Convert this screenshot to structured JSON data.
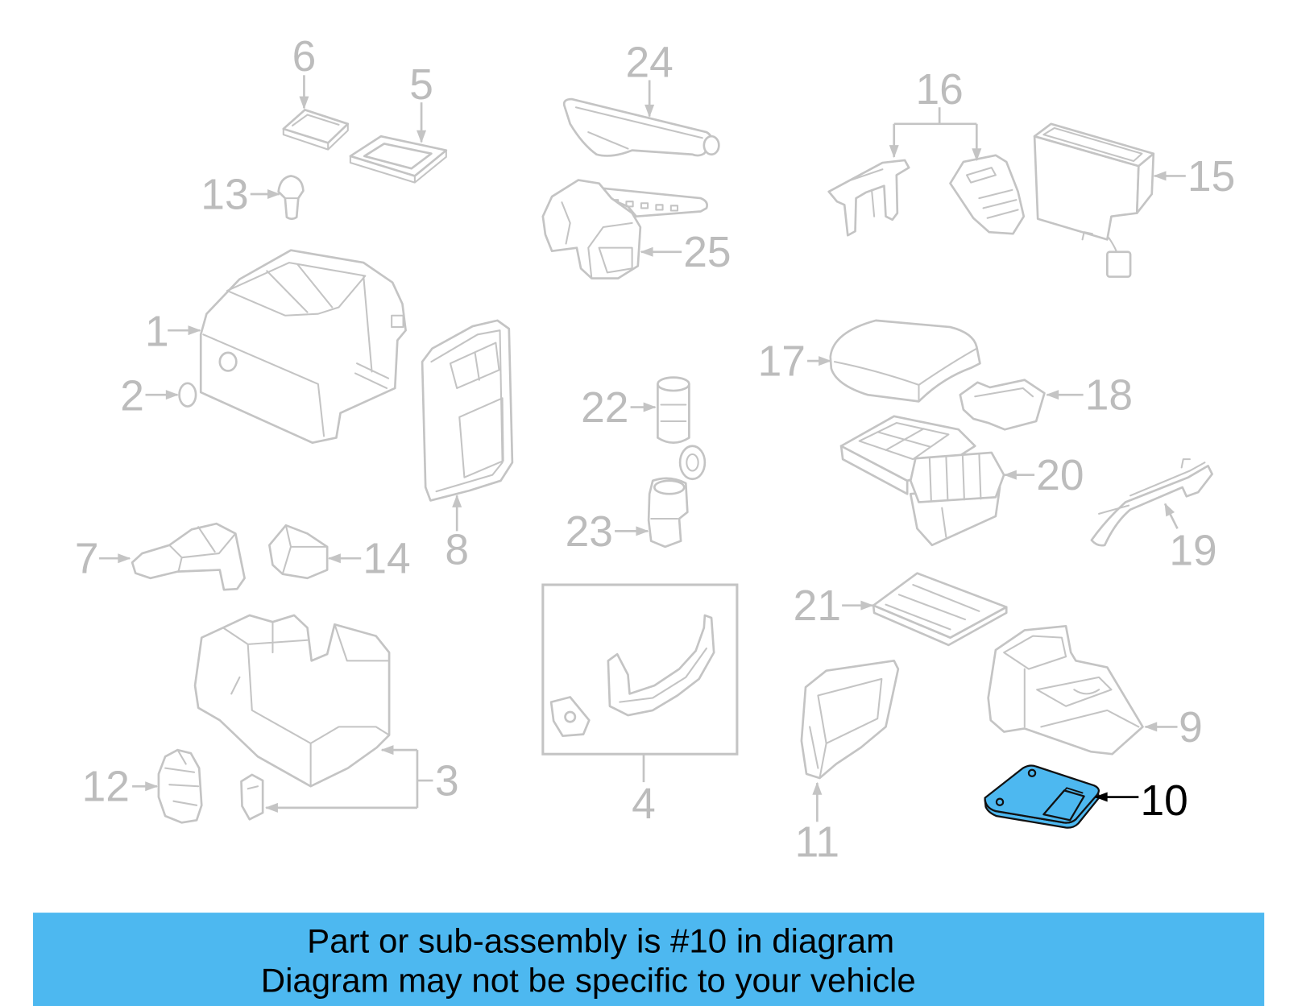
{
  "diagram": {
    "callouts": {
      "c1": "1",
      "c2": "2",
      "c3": "3",
      "c4": "4",
      "c5": "5",
      "c6": "6",
      "c7": "7",
      "c8": "8",
      "c9": "9",
      "c10": "10",
      "c11": "11",
      "c12": "12",
      "c13": "13",
      "c14": "14",
      "c15": "15",
      "c16": "16",
      "c17": "17",
      "c18": "18",
      "c19": "19",
      "c20": "20",
      "c21": "21",
      "c22": "22",
      "c23": "23",
      "c24": "24",
      "c25": "25"
    }
  },
  "banner": {
    "line1": "Part or sub-assembly is #10 in diagram",
    "line2": "Diagram may not be specific to your vehicle"
  },
  "colors": {
    "highlight": "#4db8f0",
    "banner": "#4db8f0",
    "line": "#c4c4c4",
    "callout": "#bcbcbc",
    "active": "#000000"
  }
}
